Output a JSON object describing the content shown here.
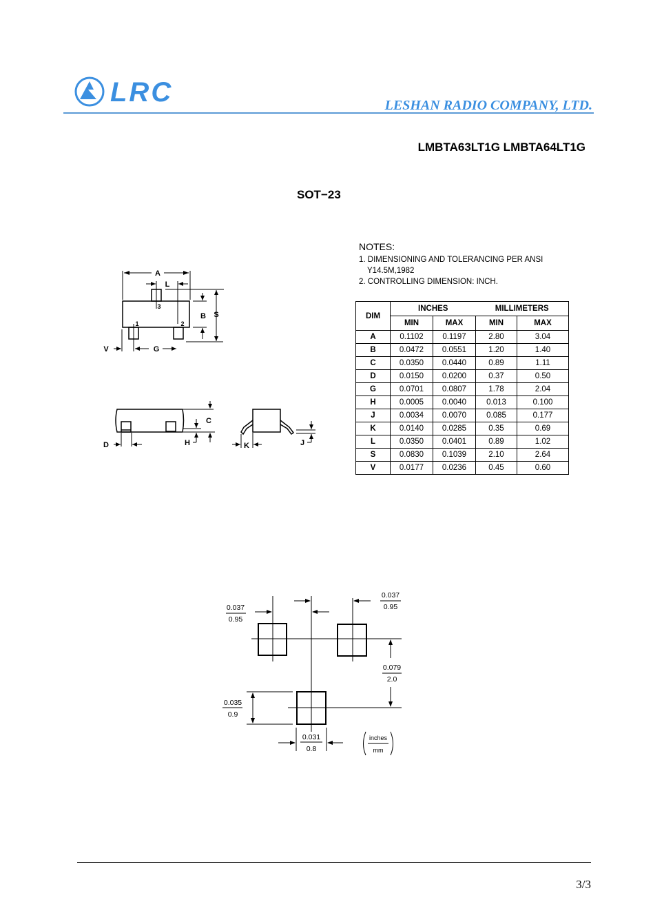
{
  "header": {
    "logo_text": "LRC",
    "company": "LESHAN RADIO COMPANY, LTD.",
    "part_numbers": "LMBTA63LT1G LMBTA64LT1G"
  },
  "package": "SOT−23",
  "notes": {
    "title": "NOTES:",
    "items": [
      "1. DIMENSIONING AND TOLERANCING PER ANSI",
      "Y14.5M,1982",
      "2. CONTROLLING DIMENSION: INCH."
    ]
  },
  "table": {
    "headers": {
      "dim": "DIM",
      "inches": "INCHES",
      "mm": "MILLIMETERS",
      "min": "MIN",
      "max": "MAX"
    },
    "rows": [
      [
        "A",
        "0.1102",
        "0.1197",
        "2.80",
        "3.04"
      ],
      [
        "B",
        "0.0472",
        "0.0551",
        "1.20",
        "1.40"
      ],
      [
        "C",
        "0.0350",
        "0.0440",
        "0.89",
        "1.11"
      ],
      [
        "D",
        "0.0150",
        "0.0200",
        "0.37",
        "0.50"
      ],
      [
        "G",
        "0.0701",
        "0.0807",
        "1.78",
        "2.04"
      ],
      [
        "H",
        "0.0005",
        "0.0040",
        "0.013",
        "0.100"
      ],
      [
        "J",
        "0.0034",
        "0.0070",
        "0.085",
        "0.177"
      ],
      [
        "K",
        "0.0140",
        "0.0285",
        "0.35",
        "0.69"
      ],
      [
        "L",
        "0.0350",
        "0.0401",
        "0.89",
        "1.02"
      ],
      [
        "S",
        "0.0830",
        "0.1039",
        "2.10",
        "2.64"
      ],
      [
        "V",
        "0.0177",
        "0.0236",
        "0.45",
        "0.60"
      ]
    ]
  },
  "drawing_labels": {
    "A": "A",
    "L": "L",
    "B": "B",
    "S": "S",
    "V": "V",
    "G": "G",
    "C": "C",
    "D": "D",
    "H": "H",
    "K": "K",
    "J": "J",
    "pin1": "1",
    "pin2": "2",
    "pin3": "3"
  },
  "footprint": {
    "d1_in": "0.037",
    "d1_mm": "0.95",
    "d2_in": "0.037",
    "d2_mm": "0.95",
    "d3_in": "0.079",
    "d3_mm": "2.0",
    "d4_in": "0.035",
    "d4_mm": "0.9",
    "d5_in": "0.031",
    "d5_mm": "0.8",
    "unit_in": "inches",
    "unit_mm": "mm"
  },
  "footer": {
    "page": "3/3"
  },
  "colors": {
    "brand": "#3b8fe0"
  }
}
